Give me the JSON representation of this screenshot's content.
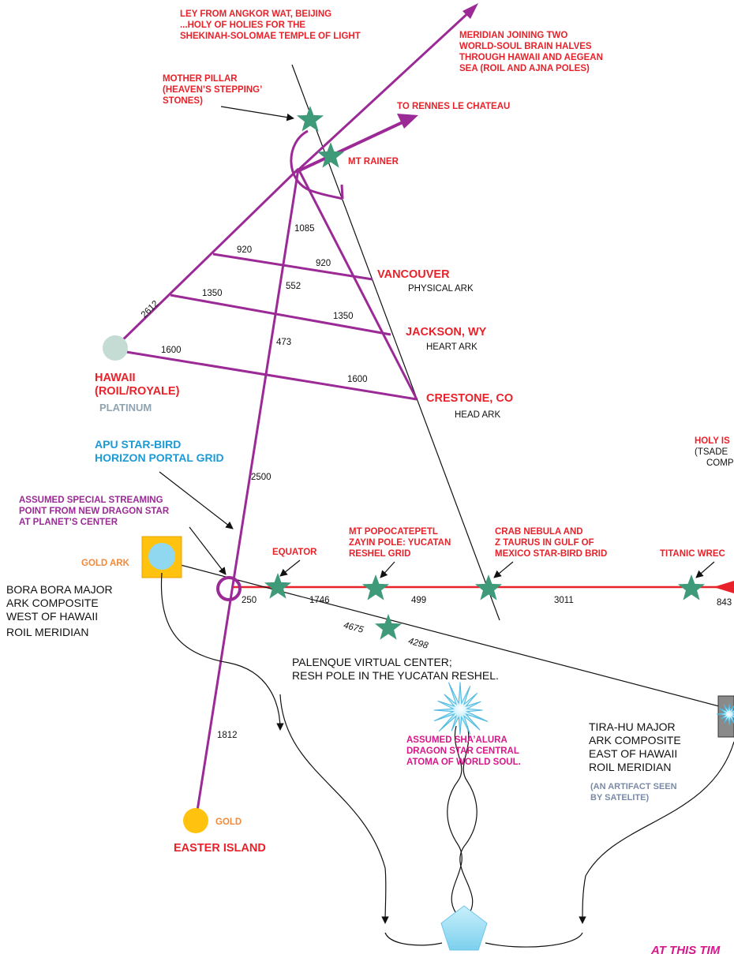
{
  "colors": {
    "purple": "#9b2a96",
    "red": "#e8222a",
    "star": "#3f9a7a",
    "black": "#111111",
    "magenta": "#d6188a",
    "blue": "#1c9ad6",
    "orange": "#f08a3c",
    "gold": "#ffc20e",
    "gray_blue": "#7a8aa6",
    "platinum_gray": "#8fa3b0",
    "platinum_circle": "#c5dcd5",
    "light_blue": "#8fd8f0"
  },
  "labels": {
    "ley_angkor": [
      "LEY FROM ANGKOR WAT, BEIJING",
      "...HOLY OF HOLIES FOR THE",
      "SHEKINAH-SOLOMAE TEMPLE OF LIGHT"
    ],
    "meridian": [
      "MERIDIAN JOINING TWO",
      "WORLD-SOUL BRAIN HALVES",
      "THROUGH HAWAII AND AEGEAN",
      "SEA (ROIL AND AJNA POLES)"
    ],
    "mother_pillar": [
      "MOTHER PILLAR",
      "(HEAVEN’S STEPPING’",
      "STONES)"
    ],
    "rennes": "TO RENNES LE CHATEAU",
    "mt_rainer": "MT RAINER",
    "vancouver": "VANCOUVER",
    "physical_ark": "PHYSICAL ARK",
    "jackson": "JACKSON, WY",
    "heart_ark": "HEART ARK",
    "crestone": "CRESTONE, CO",
    "head_ark": "HEAD ARK",
    "hawaii": [
      "HAWAII",
      "(ROIL/ROYALE)"
    ],
    "platinum": "PLATINUM",
    "apu": [
      "APU STAR-BIRD",
      "HORIZON PORTAL GRID"
    ],
    "holy_is": [
      "HOLY IS",
      "(TSADE",
      "COMP"
    ],
    "assumed_streaming": [
      "ASSUMED SPECIAL STREAMING",
      "POINT FROM NEW DRAGON STAR",
      "AT  PLANET’S CENTER"
    ],
    "mt_popo": [
      "MT POPOCATEPETL",
      "ZAYIN POLE: YUCATAN",
      "RESHEL GRID"
    ],
    "crab": [
      "CRAB NEBULA AND",
      "Z TAURUS IN GULF OF",
      "MEXICO STAR-BIRD BRID"
    ],
    "equator": "EQUATOR",
    "titanic": "TITANIC WREC",
    "gold_ark": "GOLD ARK",
    "bora_bora": [
      "BORA BORA MAJOR",
      "ARK COMPOSITE",
      "WEST OF HAWAII",
      "ROIL MERIDIAN"
    ],
    "palenque": [
      "PALENQUE VIRTUAL CENTER;",
      "RESH POLE IN THE YUCATAN RESHEL."
    ],
    "tira_hu": [
      "TIRA-HU  MAJOR",
      "ARK COMPOSITE",
      "EAST OF HAWAII",
      "ROIL MERIDIAN"
    ],
    "artifact": [
      "(AN ARTIFACT SEEN",
      "BY SATELITE)"
    ],
    "shaalura": [
      "ASSUMED SHA’ALURA",
      "DRAGON STAR CENTRAL",
      "ATOMA OF WORLD SOUL."
    ],
    "gold": "GOLD",
    "easter_island": "EASTER ISLAND",
    "at_this_time": "AT THIS TIM"
  },
  "distances": {
    "d2612": "2612",
    "d920a": "920",
    "d920b": "920",
    "d1085": "1085",
    "d552": "552",
    "d1350a": "1350",
    "d1350b": "1350",
    "d473": "473",
    "d1600a": "1600",
    "d1600b": "1600",
    "d2500": "2500",
    "d250": "250",
    "d1746": "1746",
    "d499": "499",
    "d3011": "3011",
    "d843": "843",
    "d4675": "4675",
    "d4298": "4298",
    "d1812": "1812"
  }
}
